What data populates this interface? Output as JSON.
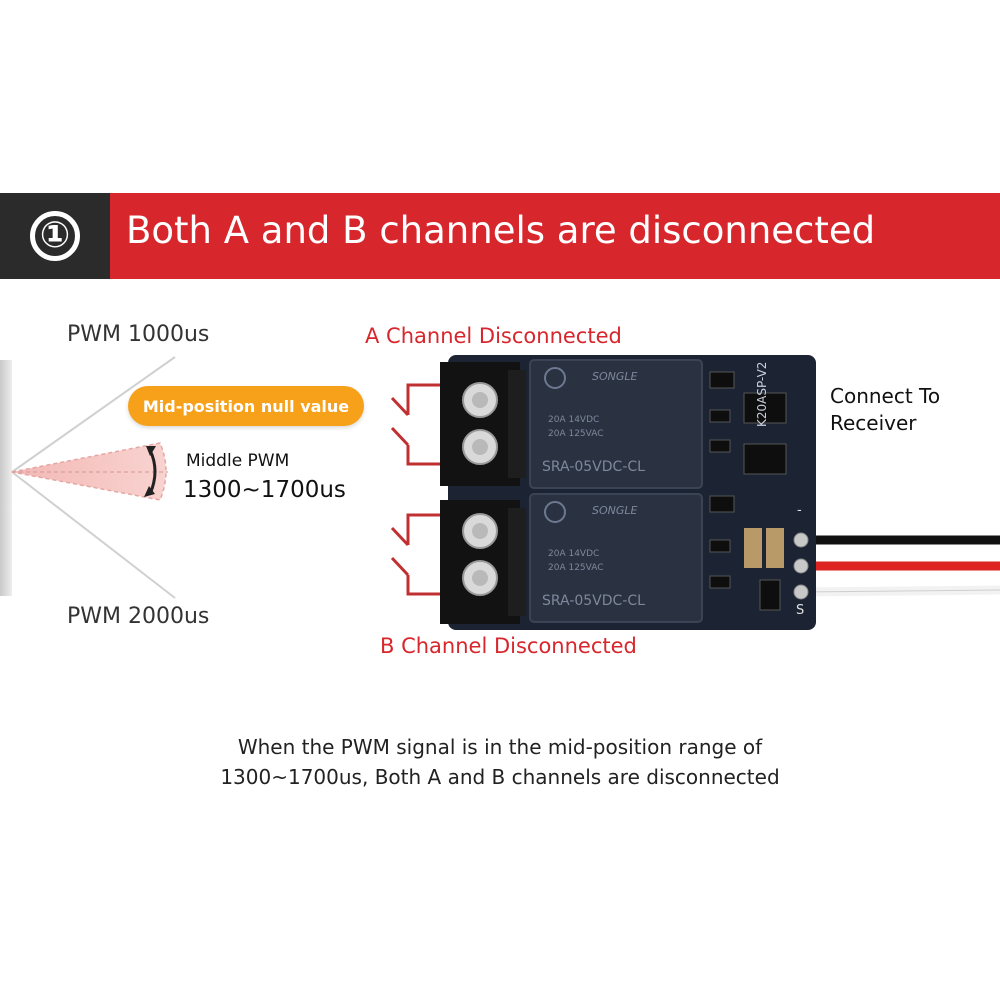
{
  "banner": {
    "number": "①",
    "title": "Both A and B channels are disconnected"
  },
  "pwm_diagram": {
    "top_label": "PWM 1000us",
    "bottom_label": "PWM 2000us",
    "null_pill": "Mid-position null value",
    "middle_label": "Middle PWM",
    "middle_range": "1300~1700us"
  },
  "board": {
    "a_channel_label": "A Channel Disconnected",
    "b_channel_label": "B Channel Disconnected",
    "receiver_label_line1": "Connect To",
    "receiver_label_line2": "Receiver",
    "relay_brand": "SONGLE",
    "relay_rating1": "20A 14VDC",
    "relay_rating2": "20A 125VAC",
    "relay_model": "SRA-05VDC-CL",
    "board_model": "K20ASP-V2",
    "pin_minus": "-",
    "pin_signal": "S"
  },
  "caption": {
    "line1": "When the PWM signal is in the mid-position range of",
    "line2": "1300~1700us, Both A and B channels are disconnected"
  },
  "colors": {
    "banner_red": "#d7262c",
    "banner_dark": "#2b2b2b",
    "pill_orange": "#f7a11a",
    "board_blue": "#1c2433"
  }
}
